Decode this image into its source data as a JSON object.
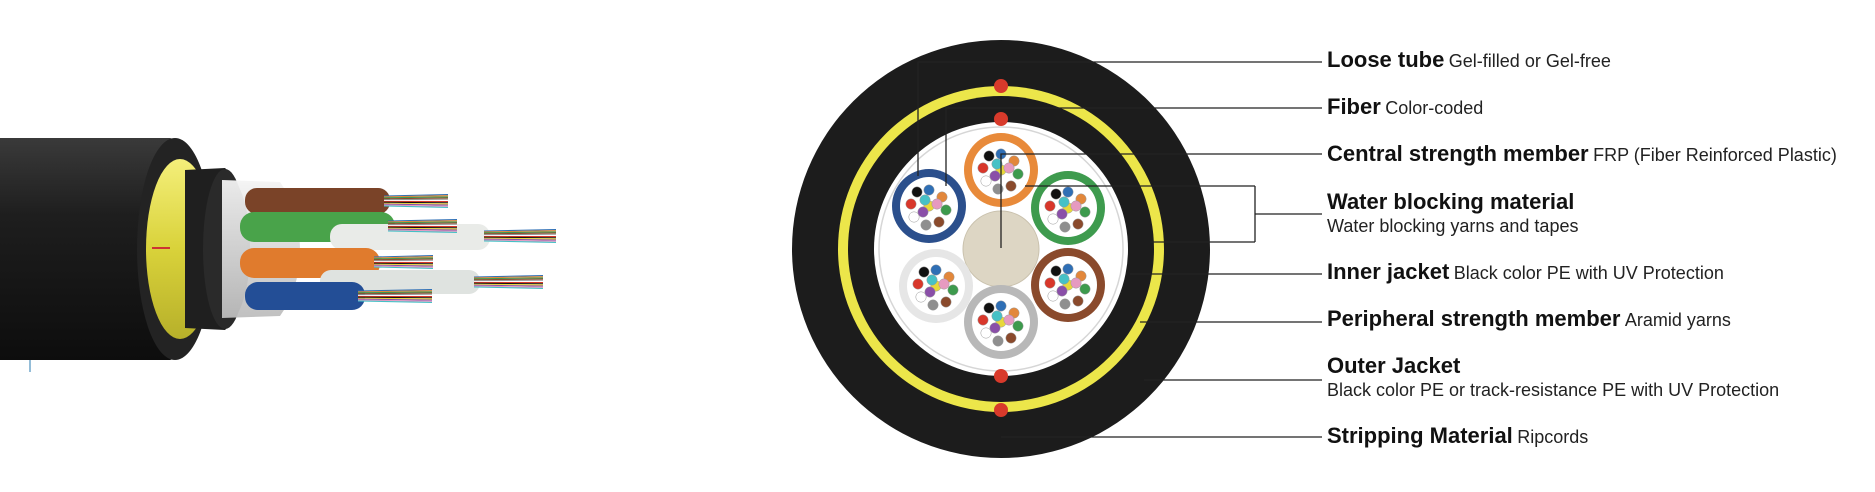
{
  "labels": [
    {
      "title": "Loose tube",
      "desc": "Gel-filled or Gel-free"
    },
    {
      "title": "Fiber",
      "desc": "Color-coded"
    },
    {
      "title": "Central strength member",
      "desc": "FRP (Fiber Reinforced Plastic)"
    },
    {
      "title": "Water blocking material",
      "desc": "Water blocking yarns and tapes"
    },
    {
      "title": "Inner jacket",
      "desc": "Black color PE with UV Protection"
    },
    {
      "title": "Peripheral strength member",
      "desc": "Aramid yarns"
    },
    {
      "title": "Outer Jacket",
      "desc": "Black color PE or track-resistance PE with UV Protection"
    },
    {
      "title": "Stripping Material",
      "desc": "Ripcords"
    }
  ],
  "colors": {
    "outer_jacket": "#1c1c1c",
    "aramid_yarn": "#ece64a",
    "ripcord": "#d83a2b",
    "tube_blue": "#2b4f8c",
    "tube_orange": "#e88a3a",
    "tube_green": "#3e9b4e",
    "tube_brown": "#8a4a2c",
    "tube_gray": "#b8b8b8",
    "central_member": "#ddd6c4"
  },
  "fiber_colors": [
    "#2f6fb5",
    "#e2873b",
    "#3d9a4d",
    "#8a4a2c",
    "#8f8f8f",
    "#ffffff",
    "#d8372b",
    "#111111",
    "#e8d83a",
    "#8a4fa8",
    "#e69ac0",
    "#46c1c6"
  ]
}
